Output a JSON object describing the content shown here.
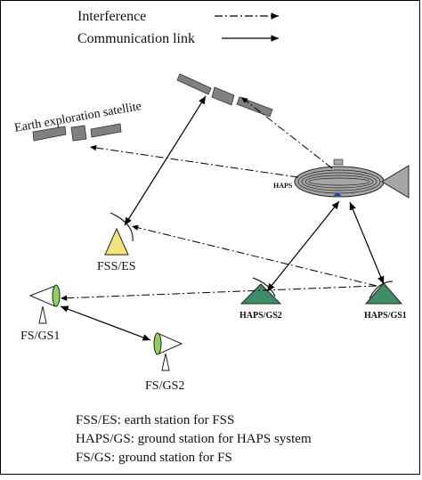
{
  "legend": {
    "interference_label": "Interference",
    "link_label": "Communication link"
  },
  "labels": {
    "earth_exploration_satellite": "Earth exploration satellite",
    "haps": "HAPS",
    "fss_es": "FSS/ES",
    "haps_gs2": "HAPS/GS2",
    "haps_gs1": "HAPS/GS1",
    "fs_gs1": "FS/GS1",
    "fs_gs2": "FS/GS2"
  },
  "notes": [
    "FSS/ES: earth station for FSS",
    "HAPS/GS: ground station for HAPS system",
    "FS/GS: ground station for FS"
  ],
  "colors": {
    "line": "#000000",
    "satellite_panel": "#808080",
    "fss_station": "#f3e37b",
    "haps_station": "#3f8d68",
    "fs_dish": "#8fd160",
    "haps_body": "#a6a6a6"
  }
}
